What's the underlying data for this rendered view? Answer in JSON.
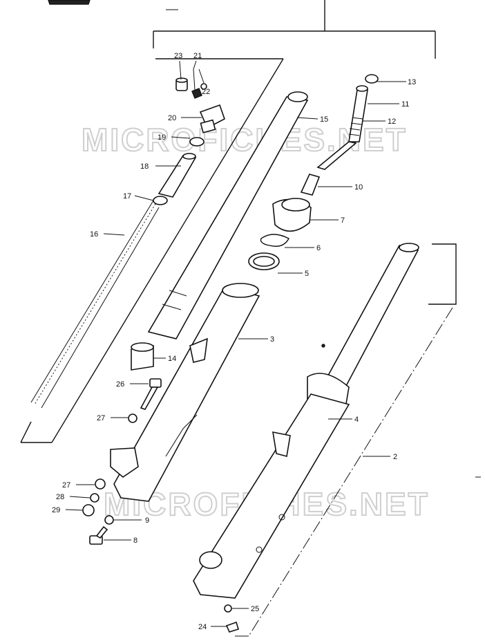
{
  "watermarks": [
    "MICROFICHES.NET",
    "MICROFICHES.NET"
  ],
  "callouts": [
    {
      "id": "p23",
      "label": "23"
    },
    {
      "id": "p21",
      "label": "21"
    },
    {
      "id": "p22",
      "label": "22"
    },
    {
      "id": "p20",
      "label": "20"
    },
    {
      "id": "p19",
      "label": "19"
    },
    {
      "id": "p18",
      "label": "18"
    },
    {
      "id": "p17",
      "label": "17"
    },
    {
      "id": "p16",
      "label": "16"
    },
    {
      "id": "p15",
      "label": "15"
    },
    {
      "id": "p13",
      "label": "13"
    },
    {
      "id": "p11",
      "label": "11"
    },
    {
      "id": "p12",
      "label": "12"
    },
    {
      "id": "p10",
      "label": "10"
    },
    {
      "id": "p7",
      "label": "7"
    },
    {
      "id": "p6",
      "label": "6"
    },
    {
      "id": "p5",
      "label": "5"
    },
    {
      "id": "p3",
      "label": "3"
    },
    {
      "id": "p14",
      "label": "14"
    },
    {
      "id": "p26",
      "label": "26"
    },
    {
      "id": "p27a",
      "label": "27"
    },
    {
      "id": "p4",
      "label": "4"
    },
    {
      "id": "p2",
      "label": "2"
    },
    {
      "id": "p27b",
      "label": "27"
    },
    {
      "id": "p28",
      "label": "28"
    },
    {
      "id": "p29",
      "label": "29"
    },
    {
      "id": "p9",
      "label": "9"
    },
    {
      "id": "p8",
      "label": "8"
    },
    {
      "id": "p25",
      "label": "25"
    },
    {
      "id": "p24",
      "label": "24"
    }
  ]
}
